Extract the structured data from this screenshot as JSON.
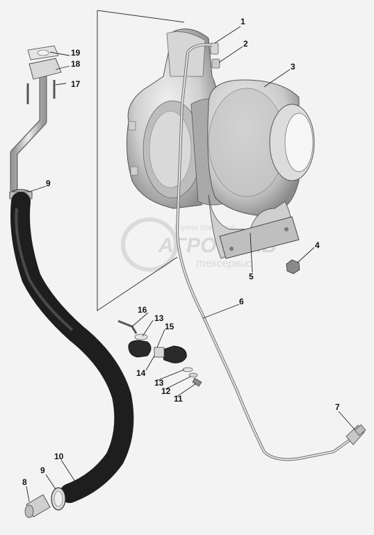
{
  "watermark": {
    "line1": "Группа Компаний",
    "line2": "АГРОСНАБ",
    "line3": "техсервис"
  },
  "callouts": [
    "1",
    "2",
    "3",
    "4",
    "5",
    "6",
    "7",
    "8",
    "9",
    "9",
    "10",
    "11",
    "12",
    "13",
    "13",
    "14",
    "15",
    "16",
    "17",
    "18",
    "19"
  ],
  "colors": {
    "background": "#f3f3f3",
    "hose": "#1e1e1e",
    "metal_light": "#e2e2e2",
    "metal_mid": "#bdbdbd",
    "metal_dark": "#7a7a7a",
    "line": "#2a2a2a"
  }
}
